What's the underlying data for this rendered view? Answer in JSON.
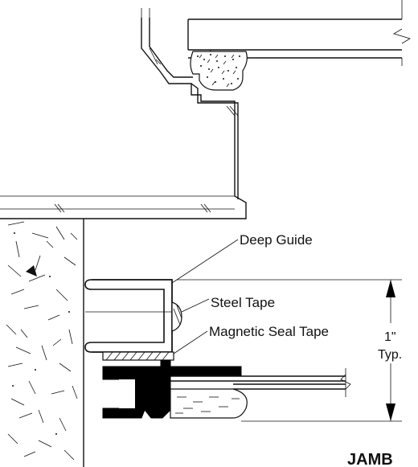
{
  "drawing": {
    "labels": {
      "deep_guide": "Deep Guide",
      "steel_tape": "Steel Tape",
      "magnetic_seal_tape": "Magnetic Seal Tape",
      "dimension_value": "1\"",
      "dimension_note": "Typ.",
      "section_title": "JAMB"
    }
  }
}
